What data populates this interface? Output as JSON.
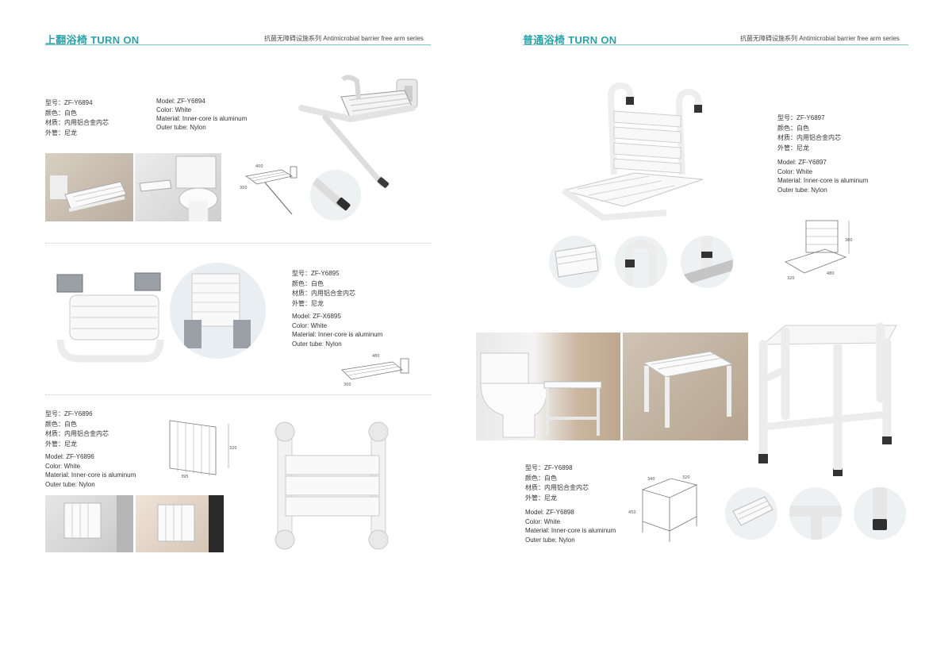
{
  "left_page": {
    "title": "上翻浴椅 TURN ON",
    "subtitle": "抗菌无障碍设施系列  Antimicrobial barrier free arm series"
  },
  "right_page": {
    "title": "普通浴椅 TURN ON",
    "subtitle": "抗菌无障碍设施系列  Antimicrobial barrier free arm series"
  },
  "products": {
    "y6894": {
      "cn": [
        "型号：ZF-Y6894",
        "颜色：白色",
        "材质：内用铝合金内芯",
        "外管：尼龙"
      ],
      "en": [
        "Model: ZF-Y6894",
        "Color: White",
        "Material: Inner-core is aluminum",
        "Outer tube: Nylon"
      ],
      "dims": {
        "w": "400",
        "d": "300"
      }
    },
    "y6895": {
      "cn": [
        "型号：ZF-Y6895",
        "颜色：白色",
        "材质：内用铝合金内芯",
        "外管：尼龙"
      ],
      "en": [
        "Model: ZF-X6895",
        "Color: White",
        "Material: Inner-core is aluminum",
        "Outer tube: Nylon"
      ],
      "dims": {
        "w": "480",
        "d": "300"
      }
    },
    "y6896": {
      "cn": [
        "型号：ZF-Y6896",
        "颜色：白色",
        "材质：内用铝合金内芯",
        "外管：尼龙"
      ],
      "en": [
        "Model: ZF-Y6896",
        "Color: White",
        "Material: Inner-core is aluminum",
        "Outer tube: Nylon"
      ],
      "dims": {
        "w": "395",
        "h": "320"
      }
    },
    "y6897": {
      "cn": [
        "型号：ZF-Y6897",
        "颜色：白色",
        "材质：内用铝合金内芯",
        "外管：尼龙"
      ],
      "en": [
        "Model: ZF-Y6897",
        "Color: White",
        "Material: Inner-core is aluminum",
        "Outer tube: Nylon"
      ],
      "dims": {
        "w": "320",
        "d": "480",
        "h": "380"
      }
    },
    "y6898": {
      "cn": [
        "型号：ZF-Y6898",
        "颜色：白色",
        "材质：内用铝合金内芯",
        "外管：尼龙"
      ],
      "en": [
        "Model: ZF-Y6898",
        "Color: White",
        "Material: Inner-core is aluminum",
        "Outer tube: Nylon"
      ],
      "dims": {
        "w": "340",
        "d": "320",
        "h": "450"
      }
    }
  },
  "colors": {
    "accent": "#2aa3a8",
    "rule": "#7cc5c8",
    "seat": "#f7f7f7",
    "cap": "#3a3a3a"
  }
}
